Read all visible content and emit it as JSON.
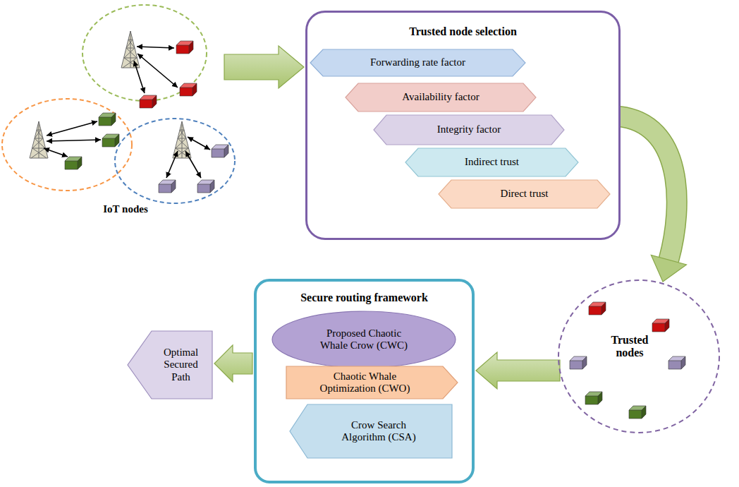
{
  "diagram": {
    "nodes": [
      {
        "text": [
          "IoT nodes"
        ]
      },
      {
        "text": [
          "Trusted node selection"
        ]
      },
      {
        "text": [
          "Forwarding rate factor"
        ],
        "in": 1
      },
      {
        "text": [
          "Availability factor"
        ],
        "in": 1
      },
      {
        "text": [
          "Integrity factor"
        ],
        "in": 1
      },
      {
        "text": [
          "Indirect trust"
        ],
        "in": 1
      },
      {
        "text": [
          "Direct trust"
        ],
        "in": 1
      },
      {
        "text": [
          "Trusted nodes"
        ]
      },
      {
        "text": [
          "Secure routing framework"
        ]
      },
      {
        "text": [
          "Proposed Chaotic Whale Crow (CWC)"
        ],
        "in": 8
      },
      {
        "text": [
          "Chaotic Whale Optimization (CWO)"
        ],
        "in": 8
      },
      {
        "text": [
          "Crow Search Algorithm (CSA)"
        ],
        "in": 8
      },
      {
        "text": [
          "Optimal Secured Path"
        ]
      }
    ],
    "edges": [
      {
        "from": 0,
        "to": 1,
        "arrow": "to"
      },
      {
        "from": 1,
        "to": 7,
        "arrow": "to"
      },
      {
        "from": 7,
        "to": 8,
        "arrow": "to"
      },
      {
        "from": 8,
        "to": 12,
        "arrow": "to"
      }
    ]
  }
}
